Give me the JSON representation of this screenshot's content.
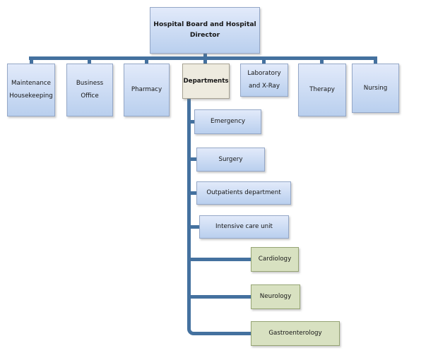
{
  "org": {
    "root": {
      "label": "Hospital Board and Hospital Director",
      "line1": "Hospital Board and Hospital",
      "line2": "Director"
    },
    "level2": [
      {
        "label": "Maintenance Housekeeping"
      },
      {
        "label": "Business Office"
      },
      {
        "label": "Pharmacy"
      },
      {
        "label": "Departments"
      },
      {
        "label": "Laboratory and X-Ray"
      },
      {
        "label": "Therapy"
      },
      {
        "label": "Nursing"
      }
    ],
    "departments_children": [
      {
        "label": "Emergency",
        "type": "department"
      },
      {
        "label": "Surgery",
        "type": "department"
      },
      {
        "label": "Outpatients department",
        "type": "department"
      },
      {
        "label": "Intensive care unit",
        "type": "department"
      },
      {
        "label": "Cardiology",
        "type": "specialty"
      },
      {
        "label": "Neurology",
        "type": "specialty"
      },
      {
        "label": "Gastroenterology",
        "type": "specialty"
      }
    ],
    "colors": {
      "connector": "#44719f",
      "node_blue_top": "#e2eafa",
      "node_blue_bottom": "#b9cfee",
      "node_blue_border": "#94a7c7",
      "node_neutral_fill": "#eeebdf",
      "node_neutral_border": "#a6a292",
      "node_green_fill": "#d8e1c1",
      "node_green_border": "#96a474"
    }
  }
}
